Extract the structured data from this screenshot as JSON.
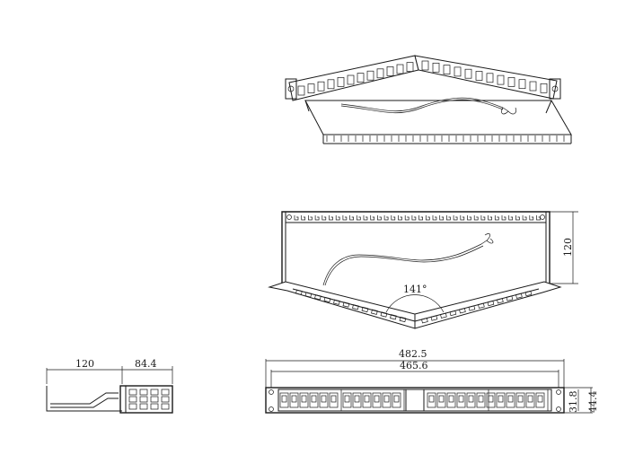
{
  "dimensions": {
    "side_depth": "120",
    "side_front": "84.4",
    "top_depth": "120",
    "angle": "141°",
    "overall_width": "482.5",
    "inner_width": "465.6",
    "height_inner": "31.8",
    "height_overall": "44.4"
  },
  "colors": {
    "line": "#1a1a1a",
    "background": "#ffffff"
  }
}
